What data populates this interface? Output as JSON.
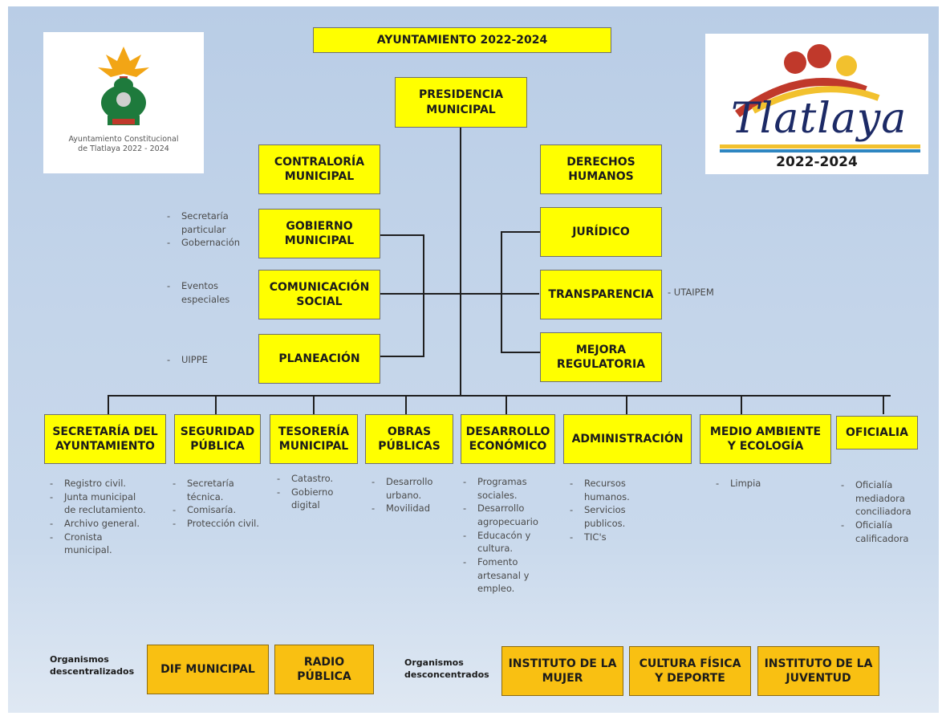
{
  "header": {
    "title": "AYUNTAMIENTO  2022-2024"
  },
  "logos": {
    "left": {
      "caption": "Ayuntamiento Constitucional\nde Tlatlaya 2022 - 2024"
    },
    "right": {
      "brand": "Tlatlaya",
      "years": "2022-2024"
    }
  },
  "top": {
    "presidencia": "PRESIDENCIA\nMUNICIPAL"
  },
  "left_column": {
    "contraloria": "CONTRALORÍA\nMUNICIPAL",
    "gobierno": "GOBIERNO\nMUNICIPAL",
    "comunicacion": "COMUNICACIÓN\nSOCIAL",
    "planeacion": "PLANEACIÓN",
    "gobierno_notes": [
      "Secretaría\nparticular",
      "Gobernación"
    ],
    "comunicacion_notes": [
      "Eventos\nespeciales"
    ],
    "planeacion_notes": [
      "UIPPE"
    ]
  },
  "right_column": {
    "derechos": "DERECHOS\nHUMANOS",
    "juridico": "JURÍDICO",
    "transparencia": "TRANSPARENCIA",
    "transparencia_note": "- UTAIPEM",
    "mejora": "MEJORA\nREGULATORIA"
  },
  "departments": [
    {
      "label": "SECRETARÍA DEL\nAYUNTAMIENTO",
      "notes": [
        "Registro civil.",
        "Junta municipal\nde reclutamiento.",
        "Archivo general.",
        "Cronista\nmunicipal."
      ]
    },
    {
      "label": "SEGURIDAD\nPÚBLICA",
      "notes": [
        "Secretaría\ntécnica.",
        "Comisaría.",
        "Protección civil."
      ]
    },
    {
      "label": "TESORERÍA\nMUNICIPAL",
      "notes": [
        "Catastro.",
        "Gobierno\ndigital"
      ]
    },
    {
      "label": "OBRAS\nPÚBLICAS",
      "notes": [
        "Desarrollo\nurbano.",
        "Movilidad"
      ]
    },
    {
      "label": "DESARROLLO\nECONÓMICO",
      "notes": [
        "Programas\nsociales.",
        "Desarrollo\nagropecuario",
        "Educacón y\ncultura.",
        "Fomento\nartesanal y\nempleo."
      ]
    },
    {
      "label": "ADMINISTRACIÓN",
      "notes": [
        "Recursos\nhumanos.",
        "Servicios\npublicos.",
        "TIC's"
      ]
    },
    {
      "label": "MEDIO  AMBIENTE\nY ECOLOGÍA",
      "notes": [
        "Limpia"
      ]
    },
    {
      "label": "OFICIALIA",
      "notes": [
        "Oficialía\nmediadora\nconciliadora",
        "Oficialía\ncalificadora"
      ]
    }
  ],
  "organismos": {
    "descentralizados_label": "Organismos\ndescentralizados",
    "descentralizados": [
      "DIF MUNICIPAL",
      "RADIO\nPÚBLICA"
    ],
    "desconcentrados_label": "Organismos\ndesconcentrados",
    "desconcentrados": [
      "INSTITUTO DE LA\nMUJER",
      "CULTURA FÍSICA\nY DEPORTE",
      "INSTITUTO DE LA\nJUVENTUD"
    ]
  },
  "colors": {
    "box": "#ffff00",
    "org_box": "#f9c012",
    "background": "#c4d5ea"
  }
}
